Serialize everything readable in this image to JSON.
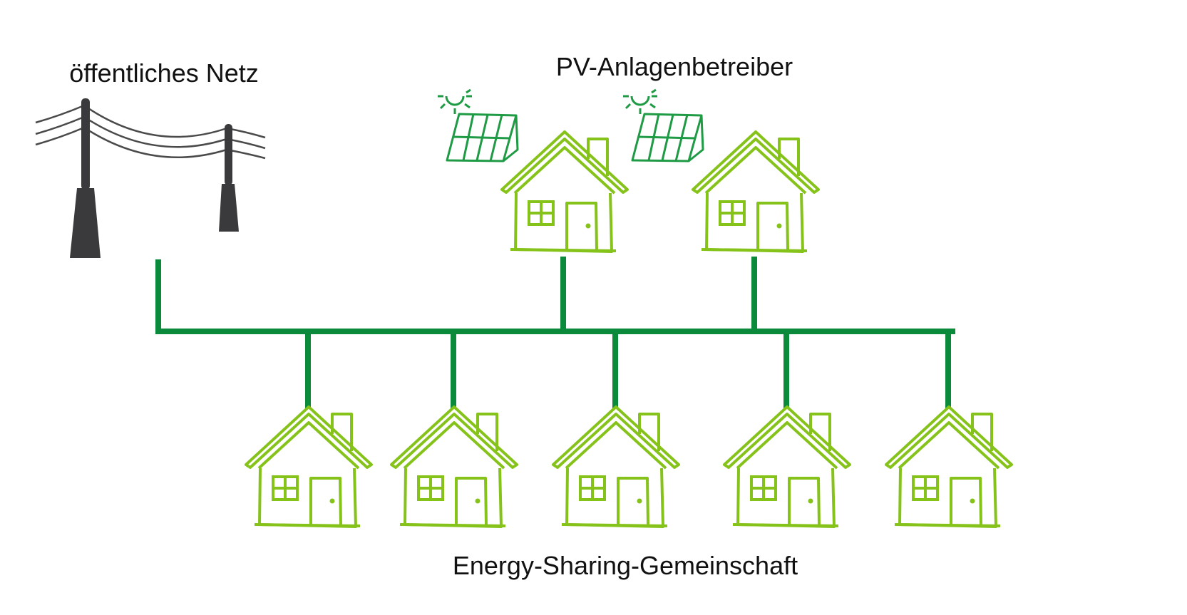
{
  "labels": {
    "public_grid": "öffentliches Netz",
    "pv_operators": "PV-Anlagenbetreiber",
    "community": "Energy-Sharing-Gemeinschaft"
  },
  "icons": {
    "power_line": "power-line-icon",
    "solar_panel": "solar-panel-icon",
    "sun": "sun-icon",
    "house": "house-icon"
  },
  "colors": {
    "network_line": "#0a8a3a",
    "house_stroke": "#86c31a",
    "solar_stroke": "#1f9a45",
    "pylon": "#3a3a3c",
    "wire": "#4a4a4a",
    "text": "#111111"
  },
  "counts": {
    "pv_houses": 2,
    "community_houses": 5
  }
}
